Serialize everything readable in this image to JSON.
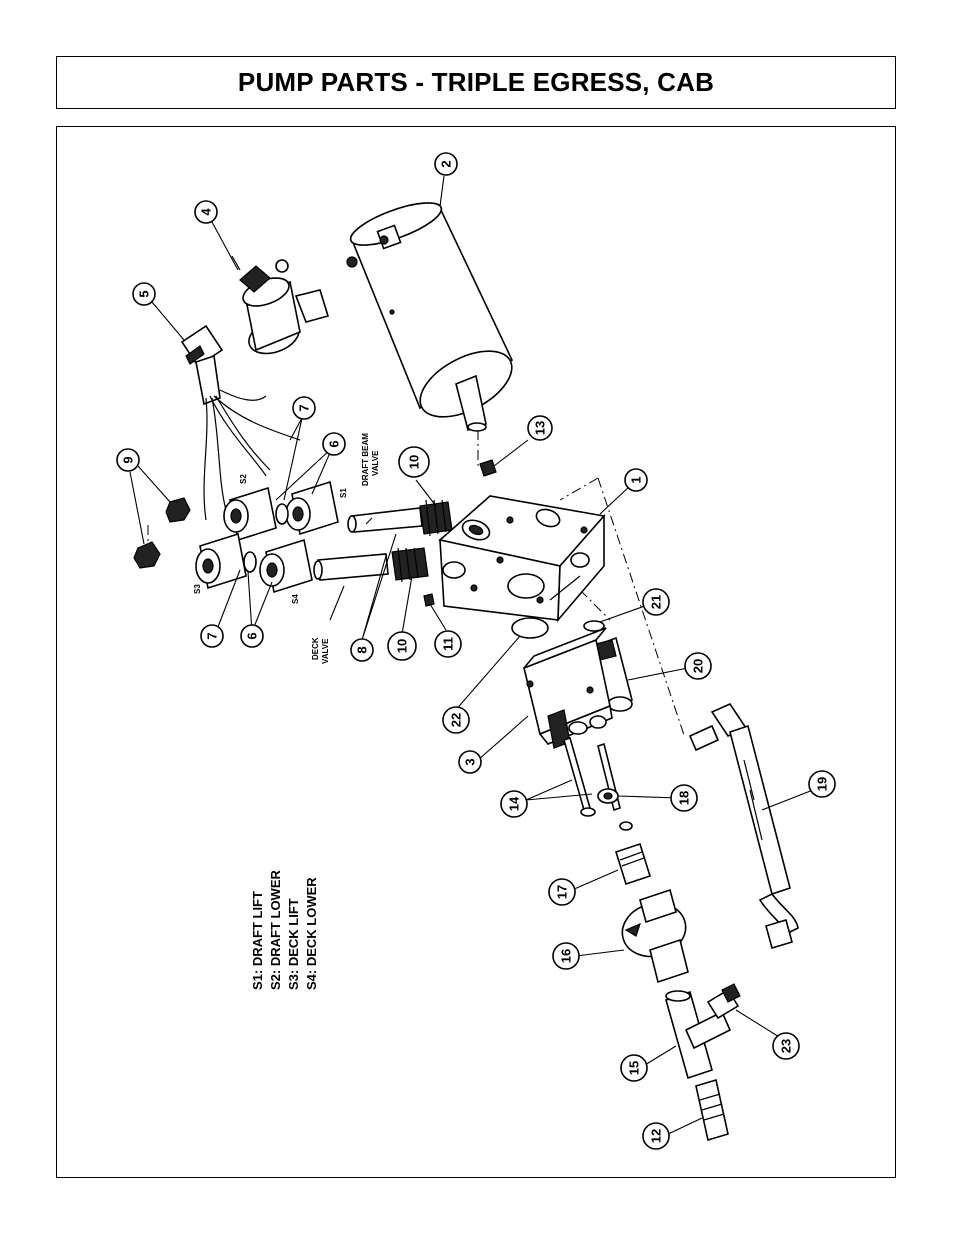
{
  "title": "PUMP PARTS - TRIPLE EGRESS, CAB",
  "callouts": [
    "1",
    "2",
    "3",
    "4",
    "5",
    "6",
    "6",
    "7",
    "7",
    "8",
    "9",
    "9",
    "10",
    "10",
    "11",
    "12",
    "13",
    "14",
    "15",
    "16",
    "17",
    "18",
    "19",
    "20",
    "21",
    "22",
    "23"
  ],
  "labels": {
    "draft_beam_valve_line1": "DRAFT BEAM",
    "draft_beam_valve_line2": "VALVE",
    "deck_valve_line1": "DECK",
    "deck_valve_line2": "VALVE",
    "s1": "S1",
    "s2": "S2",
    "s3": "S3",
    "s4": "S4"
  },
  "legend": [
    "S1: DRAFT LIFT",
    "S2: DRAFT LOWER",
    "S3: DECK LIFT",
    "S4: DECK LOWER"
  ]
}
